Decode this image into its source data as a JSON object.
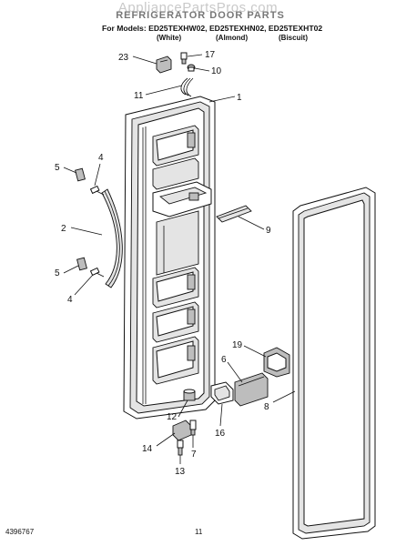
{
  "header": {
    "watermark": "AppliancePartsPros.com",
    "title": "REFRIGERATOR DOOR PARTS",
    "models_line": "For Models: ED25TEXHW02, ED25TEXHN02, ED25TEXHT02",
    "colors": [
      "(White)",
      "(Almond)",
      "(Biscuit)"
    ]
  },
  "callouts": {
    "c1": "1",
    "c2": "2",
    "c4a": "4",
    "c4b": "4",
    "c5a": "5",
    "c5b": "5",
    "c6": "6",
    "c7": "7",
    "c8": "8",
    "c9": "9",
    "c10": "10",
    "c11": "11",
    "c12": "12",
    "c13": "13",
    "c14": "14",
    "c16": "16",
    "c17": "17",
    "c19": "19",
    "c23": "23"
  },
  "footer": {
    "doc_number": "4396767",
    "page_number": "11"
  }
}
